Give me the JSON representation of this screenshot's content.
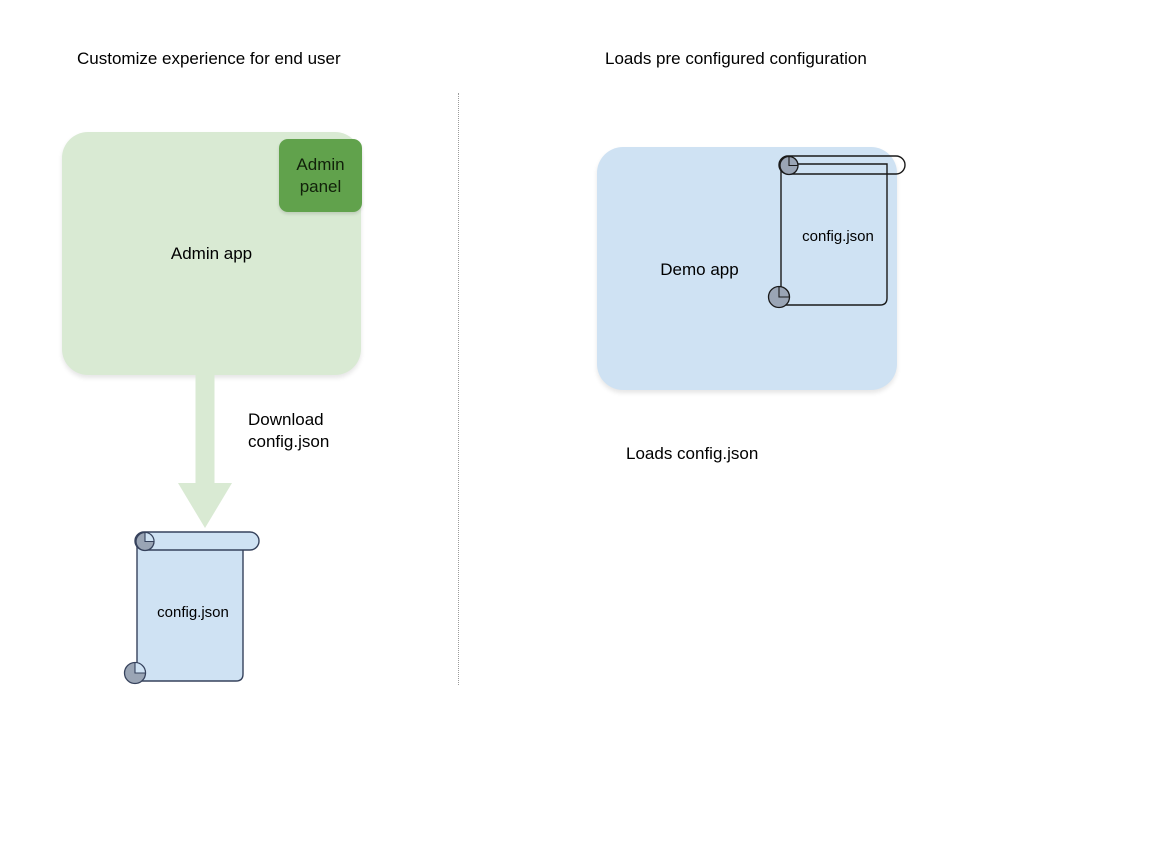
{
  "diagram": {
    "title_left": "Customize experience for end user",
    "title_right": "Loads pre configured configuration",
    "divider": "dotted-vertical-divider"
  },
  "left_flow": {
    "app_box": {
      "label": "Admin app",
      "fill": "#d9ead3"
    },
    "panel_badge": {
      "label_line1": "Admin",
      "label_line2": "panel",
      "fill": "#61a24c"
    },
    "arrow": {
      "label_line1": "Download",
      "label_line2": "config.json",
      "fill": "#d9ead3",
      "direction": "down"
    },
    "document": {
      "label": "config.json",
      "fill": "#cfe2f3",
      "stroke": "#36425c",
      "curl_fill": "#9aa5b5"
    }
  },
  "right_flow": {
    "app_box": {
      "label": "Demo app",
      "fill": "#cfe2f3"
    },
    "document": {
      "label": "config.json",
      "fill": "transparent",
      "stroke": "#1a1a1a",
      "curl_fill": "#9aa5b5"
    },
    "caption": "Loads config.json"
  }
}
